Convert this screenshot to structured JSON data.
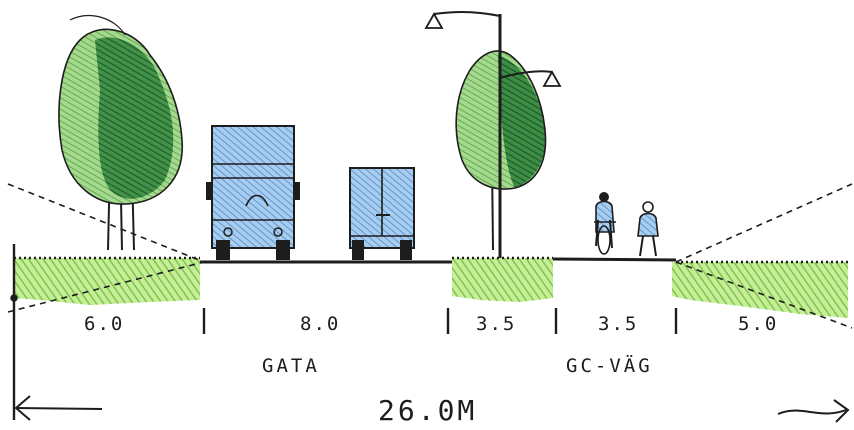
{
  "section": {
    "widths": [
      "6.0",
      "8.0",
      "3.5",
      "3.5",
      "5.0"
    ],
    "zones": [
      "GATA",
      "GC-VÄG"
    ],
    "total_width": "26.0M"
  },
  "icons": [
    "deciduous-tree",
    "street-lamp",
    "truck",
    "delivery-van",
    "cyclist",
    "pedestrian",
    "arrow-left",
    "arrow-right"
  ],
  "colors": {
    "grass": "#8fd44f",
    "tree_dark": "#1e6b2e",
    "tree_light": "#6fb85a",
    "vehicle_blue": "#7fb0df",
    "ink": "#1d1d1d"
  }
}
